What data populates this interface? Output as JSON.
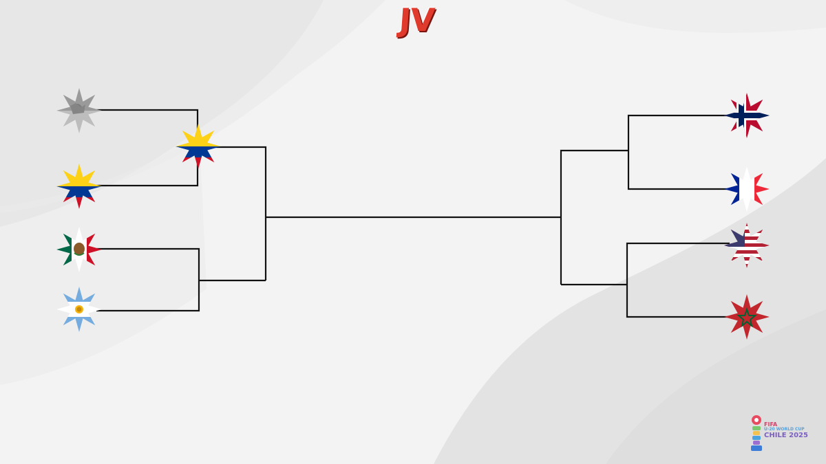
{
  "logo": {
    "text": "JV"
  },
  "sponsor": {
    "line1": "FIFA",
    "line2": "U-20 WORLD CUP",
    "line3": "CHILE 2025"
  },
  "left_round1": [
    "Ukraine",
    "Colombia",
    "Mexico",
    "Argentina"
  ],
  "left_round2": [
    "Colombia"
  ],
  "right_round1": [
    "Norway",
    "France",
    "USA",
    "Morocco"
  ],
  "colors": {
    "line": "#111111",
    "background": "#f2f2f2",
    "logo_red": "#e03a2c"
  }
}
